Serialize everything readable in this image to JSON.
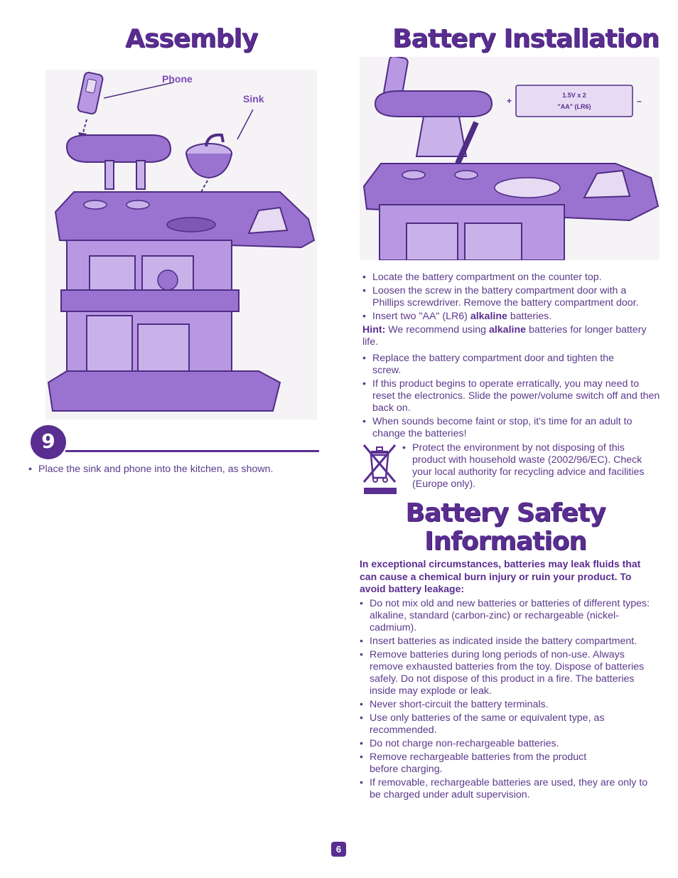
{
  "assembly": {
    "title": "Assembly",
    "label_phone": "Phone",
    "label_sink": "Sink",
    "step_number": "9",
    "instruction": "Place the sink and phone into the kitchen, as shown."
  },
  "battery_installation": {
    "title": "Battery Installation",
    "battery_spec_line1": "1.5V x 2",
    "battery_spec_line2": "\"AA\" (LR6)",
    "plus": "+",
    "minus": "–",
    "steps_a": [
      "Locate the battery compartment on the counter top.",
      "Loosen the screw in the battery compartment door with a Phillips screwdriver. Remove the battery compartment door."
    ],
    "step_insert_pre": "Insert two \"AA\" (LR6)",
    "step_insert_bold": "alkaline",
    "step_insert_post": "batteries.",
    "hint_label": "Hint:",
    "hint_pre": "We recommend using",
    "hint_bold": "alkaline",
    "hint_post": "batteries for longer battery life.",
    "steps_b": [
      "Replace the battery compartment door and tighten the screw.",
      "If this product begins to operate erratically, you may need to reset the electronics. Slide the power/volume switch off and then back on.",
      "When sounds become faint or stop, it's time for an adult to change the batteries!"
    ],
    "environment": "Protect the environment by not disposing of this product with household waste (2002/96/EC). Check your local authority for recycling advice and facilities (Europe only)."
  },
  "battery_safety": {
    "title_line1": "Battery Safety",
    "title_line2": "Information",
    "warning": "In exceptional circumstances, batteries may leak fluids that can cause a chemical burn injury or ruin your product. To avoid battery leakage:",
    "items": [
      "Do not mix old and new batteries or batteries of different types: alkaline, standard (carbon-zinc) or rechargeable (nickel-cadmium).",
      "Insert batteries as indicated inside the battery compartment.",
      "Remove batteries during long periods of non-use. Always remove exhausted batteries from the toy. Dispose of batteries safely. Do not dispose of this product in a fire. The batteries inside may explode or leak.",
      "Never short-circuit the battery terminals.",
      "Use only batteries of the same or equivalent type, as recommended.",
      "Do not charge non-rechargeable batteries.",
      "Remove rechargeable batteries from the product before charging.",
      "If removable, rechargeable batteries are used, they are only to be charged under adult supervision."
    ]
  },
  "page_number": "6",
  "colors": {
    "accent": "#5a2d91",
    "text": "#5b3a8c",
    "illustration": "#9a72cf"
  }
}
